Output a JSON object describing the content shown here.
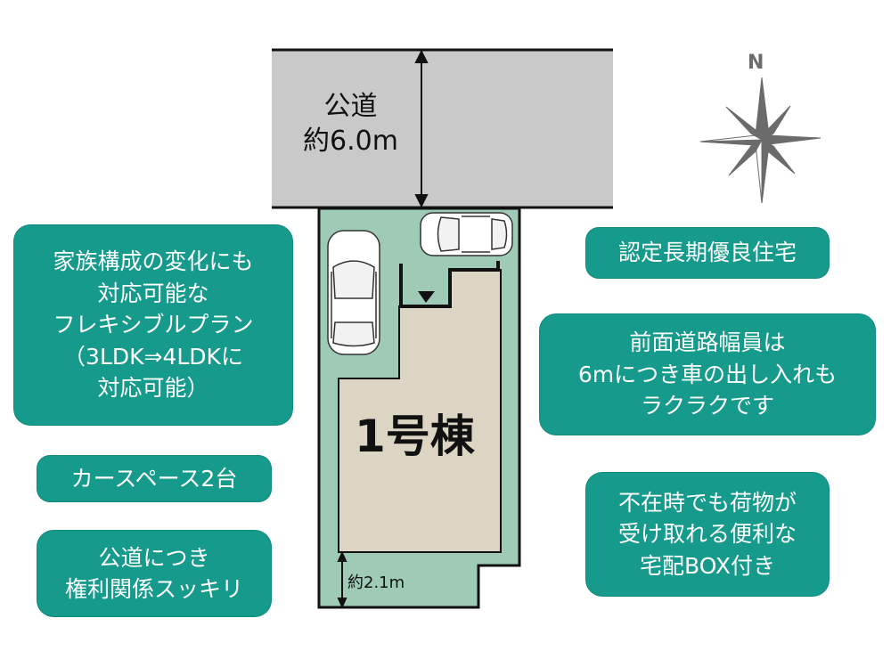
{
  "road": {
    "label_line1": "公道",
    "label_line2": "約6.0m"
  },
  "building": {
    "label": "1号棟"
  },
  "setback": {
    "label": "約2.1m"
  },
  "compass": {
    "north_label": "N"
  },
  "left_features": [
    {
      "lines": [
        "家族構成の変化にも",
        "対応可能な",
        "フレキシブルプラン",
        "（3LDK⇒4LDKに",
        "対応可能）"
      ]
    },
    {
      "lines": [
        "カースペース2台"
      ]
    },
    {
      "lines": [
        "公道につき",
        "権利関係スッキリ"
      ]
    }
  ],
  "right_features": [
    {
      "lines": [
        "認定長期優良住宅"
      ]
    },
    {
      "lines": [
        "前面道路幅員は",
        "6mにつき車の出し入れも",
        "ラクラクです"
      ]
    },
    {
      "lines": [
        "不在時でも荷物が",
        "受け取れる便利な",
        "宅配BOX付き"
      ]
    }
  ],
  "colors": {
    "accent": "#159a8c",
    "lot": "#9fcab5",
    "building": "#ddd5c3",
    "road": "#c9c9c9"
  }
}
